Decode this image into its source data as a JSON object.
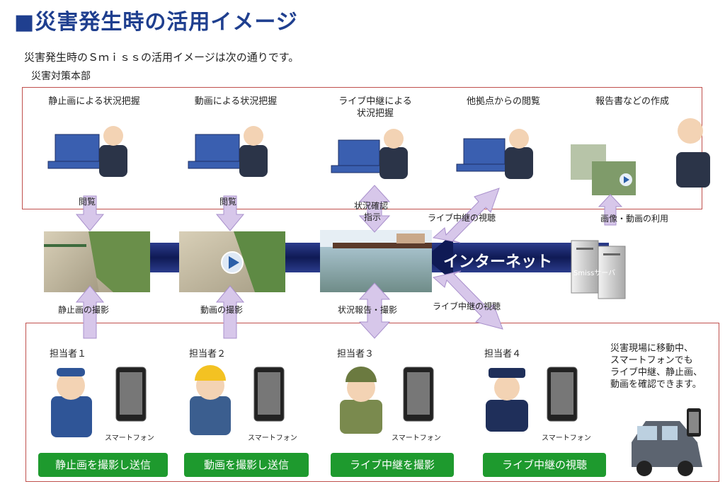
{
  "title": "■災害発生時の活用イメージ",
  "subtitle": "災害発生時のＳｍｉｓｓの活用イメージは次の通りです。",
  "hq_label": "災害対策本部",
  "top_items": [
    {
      "label": "静止画による状況把握"
    },
    {
      "label": "動画による状況把握"
    },
    {
      "label": "ライブ中継による\n状況把握"
    },
    {
      "label": "他拠点からの閲覧"
    },
    {
      "label": "報告書などの作成"
    }
  ],
  "arrow_labels": {
    "view1": "閲覧",
    "view2": "閲覧",
    "confirm": "状況確認",
    "instruct": "指示",
    "live_view_top": "ライブ中継の視聴",
    "image_use": "画像・動画の利用",
    "shoot_still": "静止画の撮影",
    "shoot_video": "動画の撮影",
    "report_shoot": "状況報告・撮影",
    "live_view_bottom": "ライブ中継の視聴"
  },
  "internet": "インターネット",
  "server": "Smissサーバ",
  "operators": [
    {
      "label": "担当者１",
      "phone": "スマートフォン",
      "action": "静止画を撮影し送信"
    },
    {
      "label": "担当者２",
      "phone": "スマートフォン",
      "action": "動画を撮影し送信"
    },
    {
      "label": "担当者３",
      "phone": "スマートフォン",
      "action": "ライブ中継を撮影"
    },
    {
      "label": "担当者４",
      "phone": "スマートフォン",
      "action": "ライブ中継の視聴"
    }
  ],
  "note": "災害現場に移動中、\nスマートフォンでも\nライブ中継、静止画、\n動画を確認できます。",
  "colors": {
    "accent": "#1f3f8f",
    "border": "#c0504d",
    "button": "#1e9a2e",
    "arrow": "#d7c7ea",
    "band": "#1a2a6c"
  }
}
